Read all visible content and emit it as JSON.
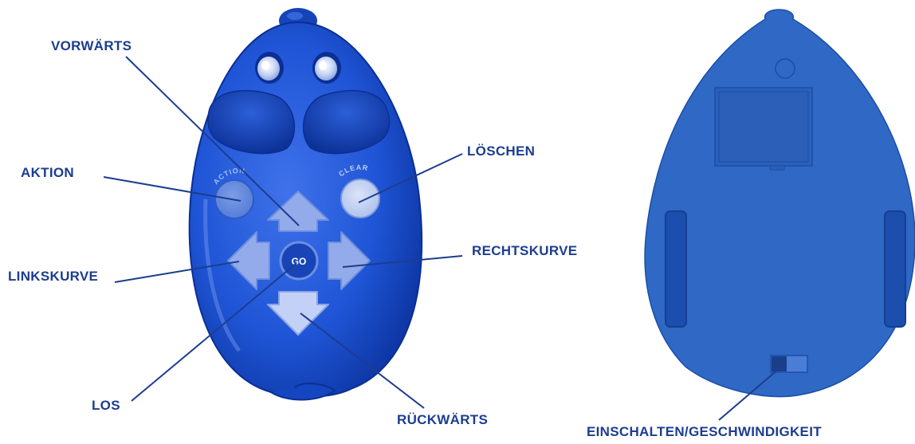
{
  "colors": {
    "label": "#1c3d8f",
    "mouse_dark": "#0e3aa8",
    "mouse_mid": "#1f55d6",
    "mouse_light": "#5c86ee",
    "button_light": "#c8d6f5",
    "button_mid": "#9ab2ea",
    "back_fill": "#3068c5",
    "back_dark": "#1a4ea8",
    "leader_line": "#1c3d8f"
  },
  "front": {
    "button_text": {
      "action": "ACTION",
      "clear": "CLEAR",
      "go": "GO"
    },
    "labels": {
      "forward": "VORWÄRTS",
      "action": "AKTION",
      "clear": "LÖSCHEN",
      "turn_left": "LINKSKURVE",
      "turn_right": "RECHTSKURVE",
      "go": "LOS",
      "backward": "RÜCKWÄRTS"
    }
  },
  "back": {
    "labels": {
      "power_speed": "EINSCHALTEN/GESCHWINDIGKEIT"
    }
  }
}
